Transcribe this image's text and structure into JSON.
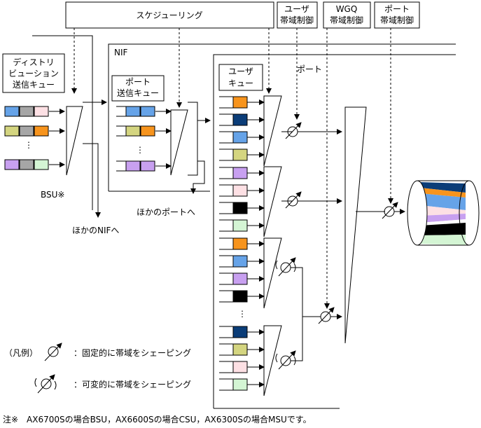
{
  "labels": {
    "scheduling": "スケジューリング",
    "user_rate_1": "ユーザ",
    "user_rate_2": "帯域制御",
    "wgq_rate_1": "WGQ",
    "wgq_rate_2": "帯域制御",
    "port_rate_1": "ポート",
    "port_rate_2": "帯域制御",
    "nif": "NIF",
    "dist_q_1": "ディストリ",
    "dist_q_2": "ビューション",
    "dist_q_3": "送信キュー",
    "port_q_1": "ポート",
    "port_q_2": "送信キュー",
    "user_q_1": "ユーザ",
    "user_q_2": "キュー",
    "port_label": "ポート",
    "bsu": "BSU※",
    "other_port": "ほかのポートへ",
    "other_nif": "ほかのNIFへ",
    "legend_title": "（凡例）",
    "legend_fixed": "：固定的に帯域をシェーピング",
    "legend_variable": "：可変的に帯域をシェーピング",
    "footnote": "注※　AX6700Sの場合BSU，AX6600Sの場合CSU，AX6300Sの場合MSUです。",
    "dots": "⋮"
  },
  "colors": {
    "blue": "#66a3e8",
    "pink": "#fde0e4",
    "olive": "#d4d580",
    "gray": "#a6a6a6",
    "orange": "#f7941d",
    "purple": "#c8a0f0",
    "green": "#d4f5d4",
    "navy": "#0b3d78",
    "black": "#000000"
  },
  "queues": {
    "dist": [
      [
        "blue",
        "gray",
        "pink"
      ],
      [
        "olive",
        "gray",
        "orange"
      ],
      [
        "purple",
        "gray",
        "green"
      ]
    ],
    "port": [
      [
        "blue",
        "blue"
      ],
      [
        "olive",
        "orange"
      ],
      [
        "purple",
        "purple"
      ]
    ],
    "user": [
      "orange",
      "navy",
      "blue",
      "olive",
      "purple",
      "pink",
      "black",
      "green",
      "orange",
      "blue",
      "purple",
      "black",
      "navy",
      "olive",
      "pink",
      "green"
    ]
  },
  "icons": [
    "shaper-fixed-icon",
    "shaper-variable-icon",
    "port-cylinder-icon"
  ]
}
